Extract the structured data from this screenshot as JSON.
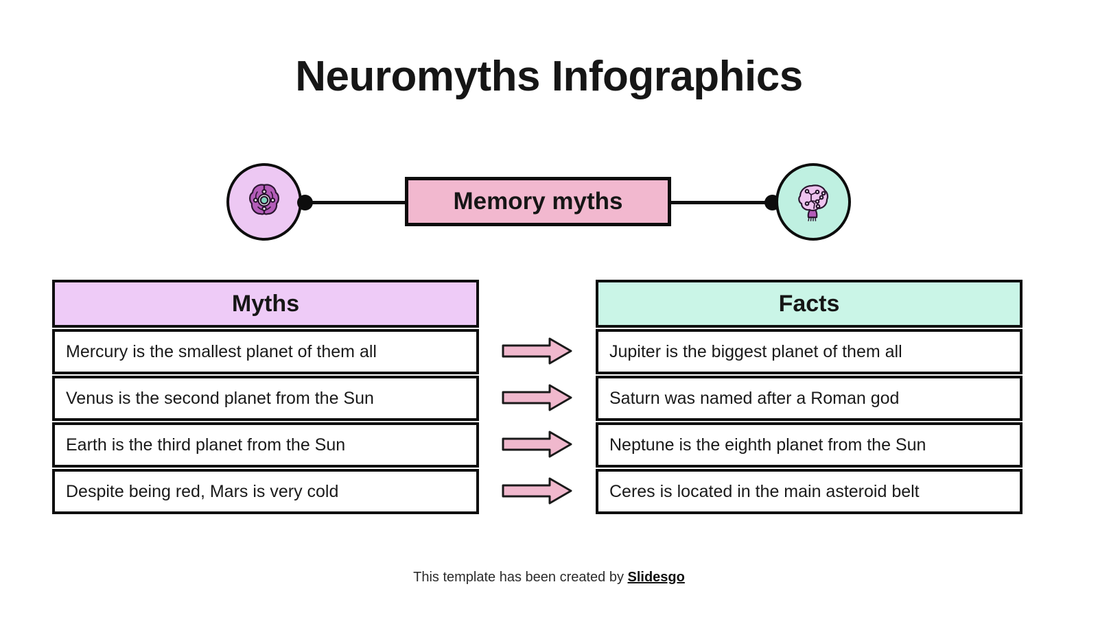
{
  "title": "Neuromyths Infographics",
  "banner": {
    "label": "Memory myths",
    "left_icon": "brain-top-view-icon",
    "right_icon": "brain-circuit-profile-icon",
    "fill": "#f2b8cf",
    "left_circle_fill": "#edc8f3",
    "right_circle_fill": "#bff0e1"
  },
  "columns": {
    "myths": {
      "header": "Myths",
      "header_fill": "#eecbf7",
      "rows": [
        "Mercury is the smallest planet of them all",
        "Venus is the second planet from the Sun",
        "Earth is the third planet from the Sun",
        "Despite being red, Mars is very cold"
      ]
    },
    "facts": {
      "header": "Facts",
      "header_fill": "#caf5e7",
      "rows": [
        "Jupiter is the biggest planet of them all",
        "Saturn was named after a Roman god",
        "Neptune is the eighth planet from the Sun",
        "Ceres is located in the main asteroid belt"
      ]
    }
  },
  "arrows": {
    "count": 4,
    "icon": "right-arrow-icon",
    "fill": "#f0b8cd"
  },
  "footer": {
    "text": "This template has been created by ",
    "brand": "Slidesgo"
  }
}
